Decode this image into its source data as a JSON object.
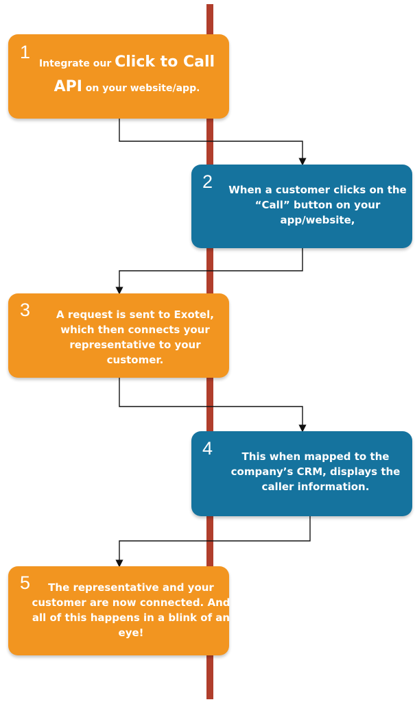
{
  "colors": {
    "orange": "#f29520",
    "blue": "#15739e",
    "timeline": "#b03e2c",
    "connector": "#111111"
  },
  "steps": [
    {
      "number": "1",
      "color": "orange",
      "text_before": "Integrate our ",
      "text_emphasis_1": "Click to Call",
      "text_emphasis_2": "API",
      "text_after": " on your website/app."
    },
    {
      "number": "2",
      "color": "blue",
      "text": "When a customer clicks on the “Call” button on your app/website,"
    },
    {
      "number": "3",
      "color": "orange",
      "text": "A request is sent to Exotel, which then connects your representative to your customer."
    },
    {
      "number": "4",
      "color": "blue",
      "text": "This when mapped to the company’s CRM, displays  the caller information."
    },
    {
      "number": "5",
      "color": "orange",
      "text": "The representative and your customer are now connected. And all of this happens in a blink of an eye!"
    }
  ]
}
